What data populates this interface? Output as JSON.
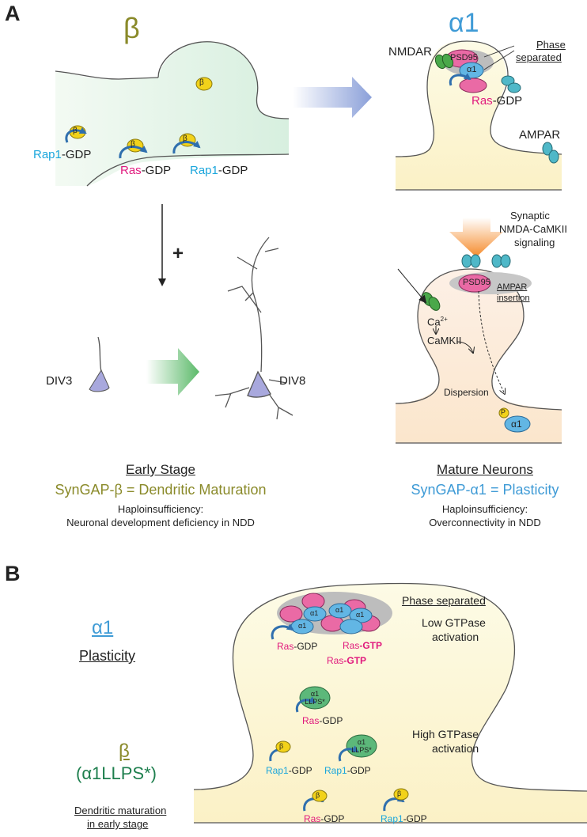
{
  "colors": {
    "beta": "#8a8a2a",
    "alpha1": "#3f9bd6",
    "ras": "#e0197d",
    "rap1": "#1ba6dc",
    "llps": "#1e7f4e",
    "psd95": "#e7569b",
    "nmdar": "#4aa84a",
    "ampar": "#4fb8c8"
  },
  "panelA": {
    "label": "A",
    "beta_title": "β",
    "alpha_title": "α1",
    "beta_dendrite": {
      "molecule": "β",
      "rap1_left": "Rap1",
      "gdp_left": "-GDP",
      "ras": "Ras",
      "gdp_mid": "-GDP",
      "rap1_right": "Rap1",
      "gdp_right": "-GDP"
    },
    "alpha_spine": {
      "nmdar": "NMDAR",
      "psd95": "PSD95",
      "alpha1": "α1",
      "phase_line1": "Phase",
      "phase_line2": "separated",
      "ras": "Ras",
      "gdp": "-GDP",
      "ampar": "AMPAR"
    },
    "plus": "+",
    "div3": "DIV3",
    "div8": "DIV8",
    "signaling_line1": "Synaptic",
    "signaling_line2": "NMDA-CaMKII",
    "signaling_line3": "signaling",
    "mature_spine": {
      "psd95": "PSD95",
      "ampar_line1": "AMPAR",
      "ampar_line2": "insertion",
      "ca": "Ca",
      "ca_sup": "2+",
      "camkii": "CaMKII",
      "dispersion": "Dispersion",
      "p": "P",
      "alpha1": "α1"
    },
    "early_stage": {
      "heading": "Early Stage",
      "summary": "SynGAP-β = Dendritic Maturation",
      "haplo": "Haploinsufficiency:",
      "effect": "Neuronal development deficiency in NDD"
    },
    "mature_neurons": {
      "heading": "Mature Neurons",
      "summary": "SynGAP-α1 = Plasticity",
      "haplo": "Haploinsufficiency:",
      "effect": "Overconnectivity in NDD"
    }
  },
  "panelB": {
    "label": "B",
    "alpha_title": "α1",
    "plasticity": "Plasticity",
    "beta_title": "β",
    "alpha_llps": "(α1LLPS*)",
    "dendritic_line1": "Dendritic maturation",
    "dendritic_line2": "in early stage",
    "phase_separated": "Phase separated",
    "low_line1": "Low GTPase",
    "low_line2": "activation",
    "high_line1": "High GTPase",
    "high_line2": "activation",
    "ras": "Ras",
    "rap1": "Rap1",
    "gdp": "-GDP",
    "gtp": "-GTP",
    "alpha1": "α1",
    "llps_line1": "α1",
    "llps_line2": "LLPS*",
    "beta": "β"
  }
}
